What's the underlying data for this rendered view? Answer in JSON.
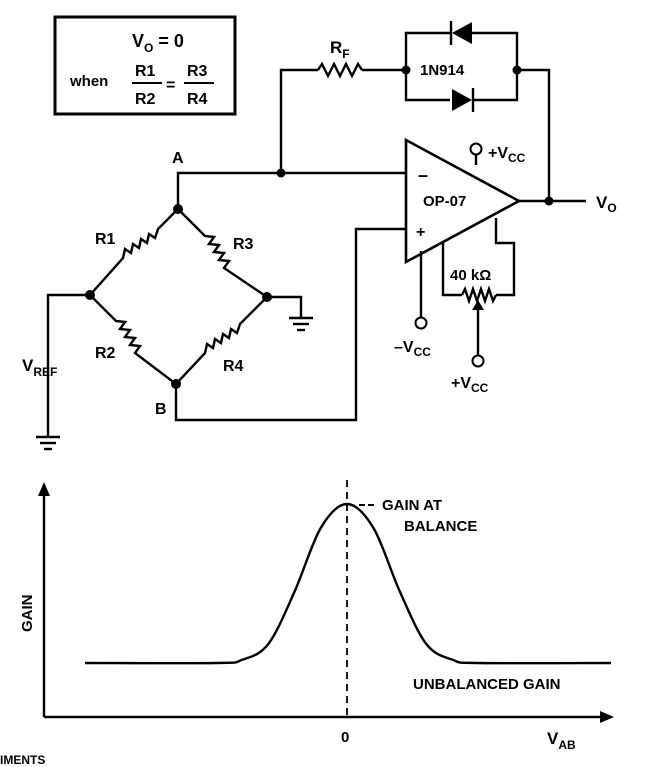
{
  "box": {
    "line1_main": "V",
    "line1_sub": "O",
    "line1_rest": " = 0",
    "when": "when",
    "r1": "R1",
    "r2": "R2",
    "r3": "R3",
    "r4": "R4",
    "eq": "="
  },
  "circuit": {
    "rf_main": "R",
    "rf_sub": "F",
    "diode": "1N914",
    "opamp": "OP-07",
    "minus": "–",
    "plus": "+",
    "vcc_top_pre": "+V",
    "vcc_top_sub": "CC",
    "vo_main": "V",
    "vo_sub": "O",
    "pot": "40 kΩ",
    "negvcc_pre": "–V",
    "negvcc_sub": "CC",
    "posvcc_pre": "+V",
    "posvcc_sub": "CC",
    "node_a": "A",
    "node_b": "B",
    "r1": "R1",
    "r2": "R2",
    "r3": "R3",
    "r4": "R4",
    "vref_main": "V",
    "vref_sub": "REF"
  },
  "chart_data": {
    "type": "line",
    "ylabel": "GAIN",
    "xlabel_main": "V",
    "xlabel_sub": "AB",
    "x_tick": "0",
    "annotation_peak_line1": "GAIN AT",
    "annotation_peak_line2": "BALANCE",
    "annotation_flat": "UNBALANCED GAIN",
    "series": [
      {
        "x": [
          -1.0,
          -0.5,
          -0.4,
          -0.3,
          -0.2,
          -0.1,
          0.0,
          0.1,
          0.2,
          0.3,
          0.4,
          0.5,
          1.0
        ],
        "values": [
          0.0,
          0.0,
          0.02,
          0.12,
          0.45,
          0.85,
          1.0,
          0.85,
          0.45,
          0.12,
          0.02,
          0.0,
          0.0
        ]
      }
    ]
  },
  "footer": {
    "fragment": "IMENTS"
  }
}
